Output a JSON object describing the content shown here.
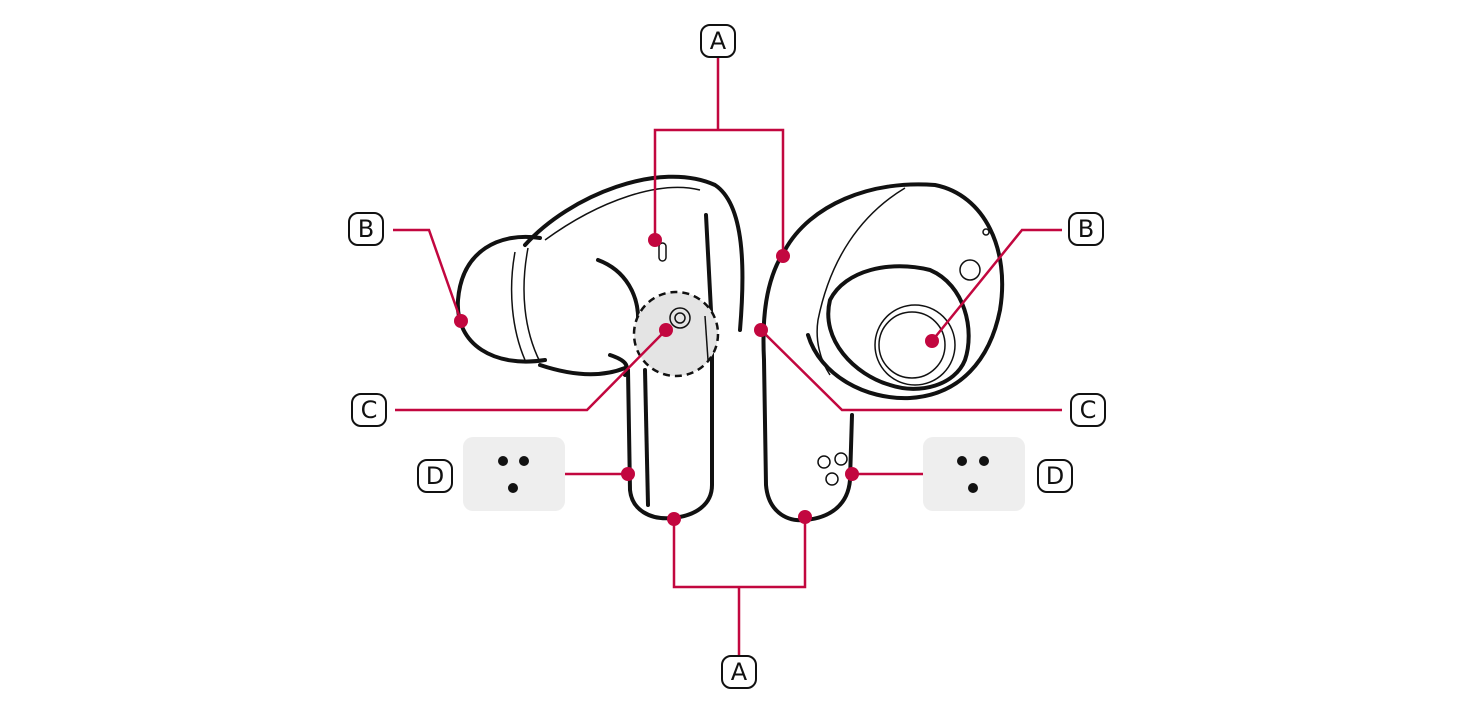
{
  "labels": {
    "a_top": "A",
    "a_bottom": "A",
    "b_left": "B",
    "b_right": "B",
    "c_left": "C",
    "c_right": "C",
    "d_left": "D",
    "d_right": "D"
  },
  "colors": {
    "leader": "#c2073f",
    "outline": "#111111",
    "sensor_panel": "#eeeeee",
    "highlight": "#e4e4e4"
  }
}
